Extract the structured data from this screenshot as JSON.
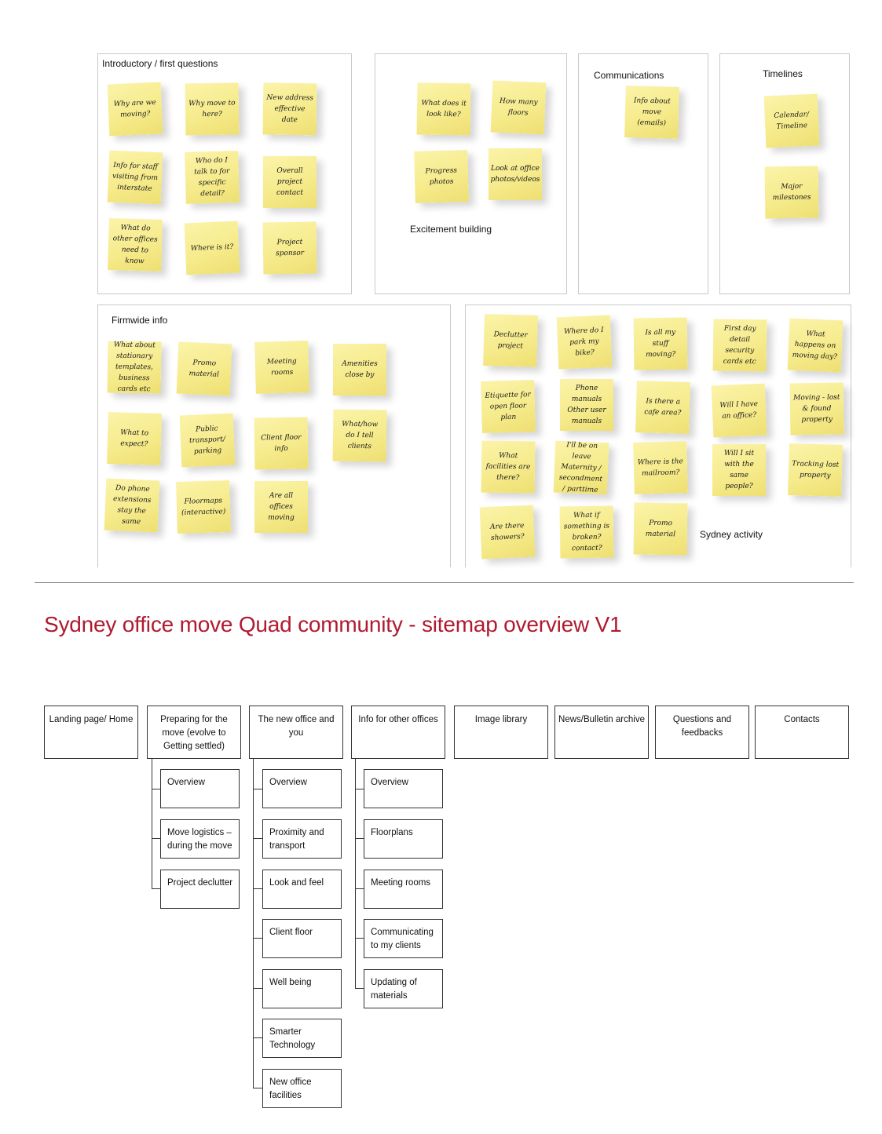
{
  "affinity": {
    "groups": [
      {
        "id": "intro",
        "label": "Introductory / first questions",
        "notes": [
          "Why are we moving?",
          "Why move to here?",
          "New address effective date",
          "Info for staff visiting from interstate",
          "Who do I talk to for specific detail?",
          "Overall project contact",
          "What do other offices need to know",
          "Where is it?",
          "Project sponsor"
        ]
      },
      {
        "id": "excitement",
        "label": "Excitement building",
        "notes": [
          "What does it look like?",
          "How many floors",
          "Progress photos",
          "Look at office photos/videos"
        ]
      },
      {
        "id": "comms",
        "label": "Communications",
        "notes": [
          "Info about move (emails)"
        ]
      },
      {
        "id": "timelines",
        "label": "Timelines",
        "notes": [
          "Calendar/ Timeline",
          "Major milestones"
        ]
      },
      {
        "id": "firmwide",
        "label": "Firmwide info",
        "notes": [
          "What about stationary templates, business cards etc",
          "Promo material",
          "Meeting rooms",
          "Amenities close by",
          "What to expect?",
          "Public transport/ parking",
          "Client floor info",
          "What/how do I tell clients",
          "Do phone extensions stay the same",
          "Floormaps (interactive)",
          "Are all offices moving"
        ]
      },
      {
        "id": "sydney",
        "label": "Sydney activity",
        "notes": [
          "Declutter project",
          "Where do I park my bike?",
          "Is all my stuff moving?",
          "First day detail security cards etc",
          "What happens on moving day?",
          "Etiquette for open floor plan",
          "Phone manuals Other user manuals",
          "Is there a cafe area?",
          "Will I have an office?",
          "Moving - lost & found property",
          "What facilities are there?",
          "I'll be on leave Maternity / secondment / parttime",
          "Where is the mailroom?",
          "Will I sit with the same people?",
          "Tracking lost property",
          "Are there showers?",
          "What if something is broken? contact?",
          "Promo material"
        ]
      }
    ]
  },
  "sitemap": {
    "title": "Sydney office move Quad community - sitemap overview V1",
    "top_level": [
      "Landing page/ Home",
      "Preparing for the move (evolve to Getting settled)",
      "The new office and you",
      "Info for other offices",
      "Image library",
      "News/Bulletin archive",
      "Questions and feedbacks",
      "Contacts"
    ],
    "children": {
      "preparing": [
        "Overview",
        "Move logistics – during the move",
        "Project declutter"
      ],
      "new_office": [
        "Overview",
        "Proximity and transport",
        "Look and feel",
        "Client floor",
        "Well being",
        "Smarter Technology",
        "New office facilities"
      ],
      "other_offices": [
        "Overview",
        "Floorplans",
        "Meeting rooms",
        "Communicating to my clients",
        "Updating of materials"
      ]
    }
  }
}
